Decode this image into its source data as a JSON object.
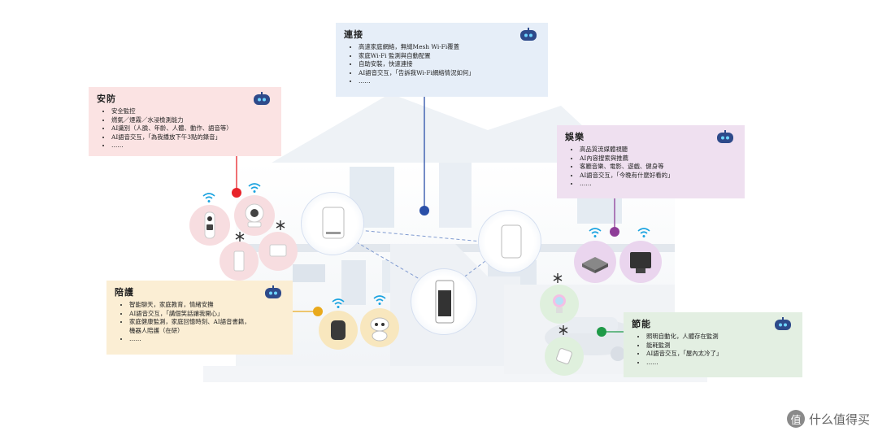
{
  "cards": {
    "security": {
      "title": "安防",
      "items": [
        "安全監控",
        "燃氣／煙霧／水浸檢測能力",
        "AI識別（人臉、年齡、人體、動作、語音等）",
        "AI語音交互，「為我播放下午3點的錄音」",
        "……"
      ],
      "color": "#e8232a"
    },
    "connect": {
      "title": "連接",
      "items": [
        "高速家庭網絡，無縫Mesh Wi-Fi覆蓋",
        "家庭Wi-Fi 監測與自動配置",
        "自助安裝，快速連接",
        "AI語音交互，「告訴我Wi-Fi網絡情況如何」",
        "……"
      ],
      "color": "#2a4fa8"
    },
    "entertainment": {
      "title": "娛樂",
      "items": [
        "高品質流媒體視聽",
        "AI內容搜索與推薦",
        "客廳音樂、電影、遊戲、健身等",
        "AI語音交互，「今晚有什麼好看的」",
        "……"
      ],
      "color": "#8e3d98"
    },
    "care": {
      "title": "陪護",
      "items": [
        "智能聊天，家庭教育，情緒安撫",
        "AI語音交互，「講個笑話讓我開心」",
        "家庭健康監測，家庭回憶時刻、AI語音書籍，機器人陪護（在研）",
        "……"
      ],
      "color": "#e9a91c"
    },
    "energy": {
      "title": "節能",
      "items": [
        "照明自動化，人體存在監測",
        "能耗監測",
        "AI語音交互，「屋內太冷了」",
        "……"
      ],
      "color": "#1f9a48"
    }
  },
  "watermark": {
    "icon": "值",
    "text": "什么值得买"
  }
}
